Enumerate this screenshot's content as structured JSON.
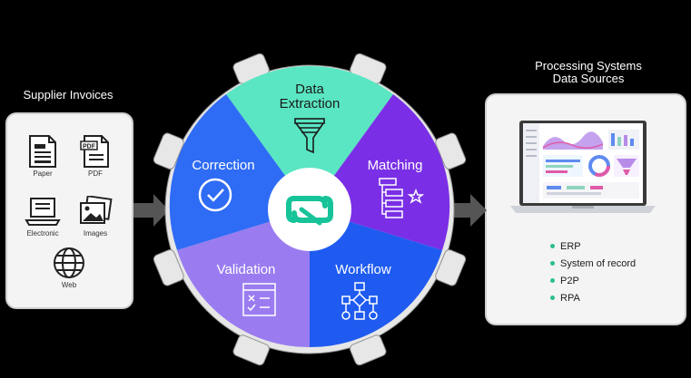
{
  "left_panel": {
    "heading": "Supplier Invoices",
    "items": [
      {
        "label": "Paper",
        "icon": "paper-document-icon"
      },
      {
        "label": "PDF",
        "icon": "pdf-document-icon"
      },
      {
        "label": "Electronic",
        "icon": "laptop-icon"
      },
      {
        "label": "Images",
        "icon": "images-icon"
      },
      {
        "label": "Web",
        "icon": "globe-icon"
      }
    ]
  },
  "wheel": {
    "segments": [
      {
        "line1": "Data",
        "line2": "Extraction",
        "icon": "funnel-icon",
        "color": "#5ae6c2"
      },
      {
        "line1": "Matching",
        "line2": "",
        "icon": "hierarchy-star-icon",
        "color": "#7a2fe6"
      },
      {
        "line1": "Workflow",
        "line2": "",
        "icon": "flowchart-icon",
        "color": "#1f5bf0"
      },
      {
        "line1": "Validation",
        "line2": "",
        "icon": "form-check-icon",
        "color": "#9a7cf0"
      },
      {
        "line1": "Correction",
        "line2": "",
        "icon": "check-circle-icon",
        "color": "#2f6cf5"
      }
    ],
    "center_icon": "logo-icon",
    "logo_color": "#17c398"
  },
  "right_panel": {
    "heading_line1": "Processing Systems",
    "heading_line2": "Data Sources",
    "items": [
      "ERP",
      "System of record",
      "P2P",
      "RPA"
    ]
  }
}
